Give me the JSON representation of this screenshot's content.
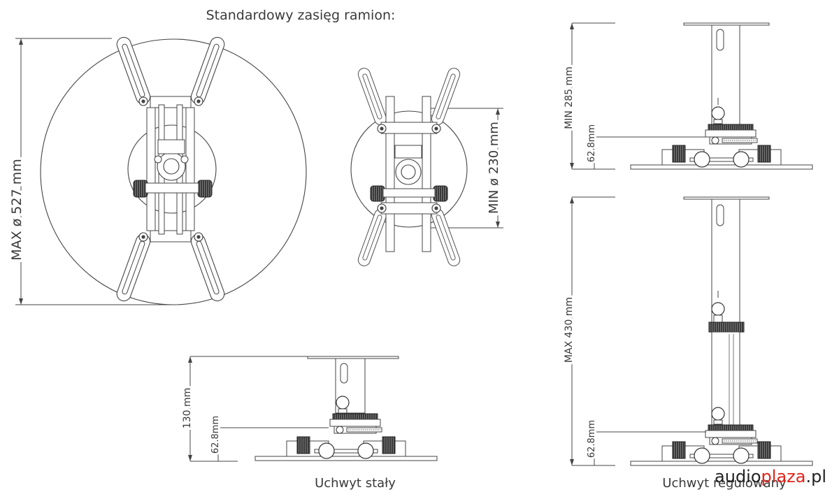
{
  "header": {
    "title": "Standardowy zasięg ramion:"
  },
  "dims": {
    "max_diameter": "MAX ø 527 mm",
    "min_diameter": "MIN ø 230 mm",
    "min_height": "MIN 285 mm",
    "max_height": "MAX 430 mm",
    "fixed_height": "130 mm",
    "base_height_a": "62.8mm",
    "base_height_b": "62.8mm",
    "base_height_c": "62.8mm"
  },
  "captions": {
    "fixed": "Uchwyt stały",
    "adjustable": "Uchwyt regulowany"
  },
  "brand": {
    "part1": "audio",
    "part2": "plaza",
    "part3": ".pl",
    "accent": "#e2231a"
  }
}
